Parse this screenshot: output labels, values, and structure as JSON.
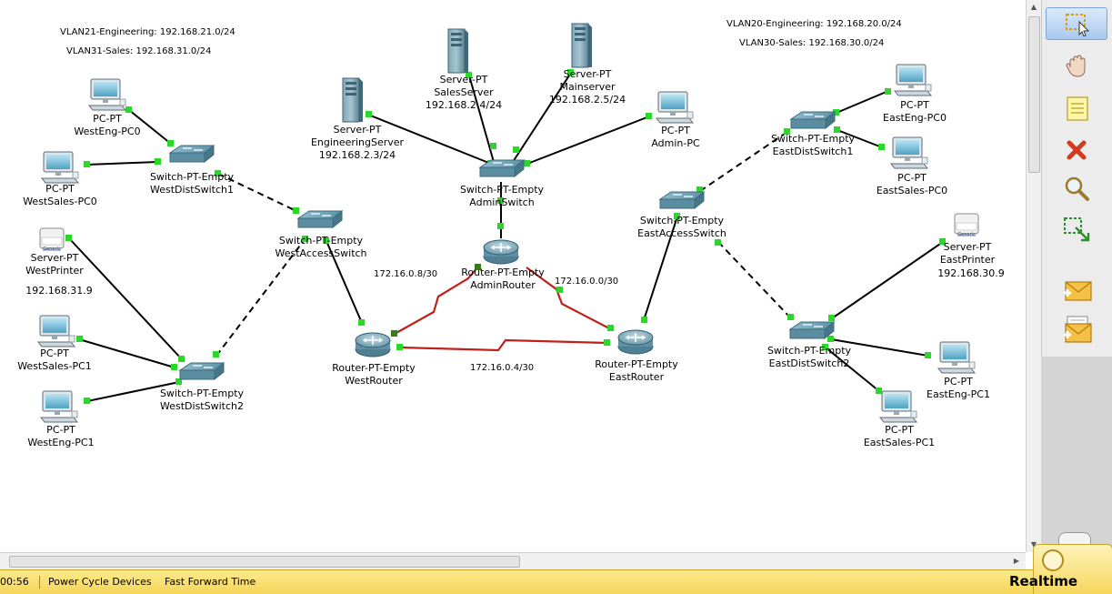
{
  "notes": {
    "west_vlan21": "VLAN21-Engineering: 192.168.21.0/24",
    "west_vlan31": "VLAN31-Sales: 192.168.31.0/24",
    "east_vlan20": "VLAN20-Engineering: 192.168.20.0/24",
    "east_vlan30": "VLAN30-Sales: 192.168.30.0/24"
  },
  "devices": {
    "westeng_pc0": {
      "type": "PC-PT",
      "name": "WestEng-PC0"
    },
    "westsales_pc0": {
      "type": "PC-PT",
      "name": "WestSales-PC0"
    },
    "westdistswitch1": {
      "type": "Switch-PT-Empty",
      "name": "WestDistSwitch1"
    },
    "westprinter": {
      "type": "Server-PT",
      "name": "WestPrinter",
      "ip": "192.168.31.9",
      "badge": "Generic"
    },
    "westsales_pc1": {
      "type": "PC-PT",
      "name": "WestSales-PC1"
    },
    "westeng_pc1": {
      "type": "PC-PT",
      "name": "WestEng-PC1"
    },
    "westdistswitch2": {
      "type": "Switch-PT-Empty",
      "name": "WestDistSwitch2"
    },
    "westaccessswitch": {
      "type": "Switch-PT-Empty",
      "name": "WestAccessSwitch"
    },
    "westrouter": {
      "type": "Router-PT-Empty",
      "name": "WestRouter"
    },
    "engineeringserver": {
      "type": "Server-PT",
      "name": "EngineeringServer",
      "ip": "192.168.2.3/24"
    },
    "salesserver": {
      "type": "Server-PT",
      "name": "SalesServer",
      "ip": "192.168.2.4/24"
    },
    "mainserver": {
      "type": "Server-PT",
      "name": "Mainserver",
      "ip": "192.168.2.5/24"
    },
    "admin_pc": {
      "type": "PC-PT",
      "name": "Admin-PC"
    },
    "adminswitch": {
      "type": "Switch-PT-Empty",
      "name": "AdminSwitch"
    },
    "adminrouter": {
      "type": "Router-PT-Empty",
      "name": "AdminRouter"
    },
    "eastrouter": {
      "type": "Router-PT-Empty",
      "name": "EastRouter"
    },
    "eastaccessswitch": {
      "type": "Switch-PT-Empty",
      "name": "EastAccessSwitch"
    },
    "eastdistswitch1": {
      "type": "Switch-PT-Empty",
      "name": "EastDistSwitch1"
    },
    "eastdistswitch2": {
      "type": "Switch-PT-Empty",
      "name": "EastDistSwitch2"
    },
    "easteng_pc0": {
      "type": "PC-PT",
      "name": "EastEng-PC0"
    },
    "eastsales_pc0": {
      "type": "PC-PT",
      "name": "EastSales-PC0"
    },
    "eastprinter": {
      "type": "Server-PT",
      "name": "EastPrinter",
      "ip": "192.168.30.9",
      "badge": "Generic"
    },
    "easteng_pc1": {
      "type": "PC-PT",
      "name": "EastEng-PC1"
    },
    "eastsales_pc1": {
      "type": "PC-PT",
      "name": "EastSales-PC1"
    }
  },
  "networks": {
    "west_admin": "172.16.0.8/30",
    "admin_east": "172.16.0.0/30",
    "west_east": "172.16.0.4/30"
  },
  "status": {
    "time": "00:56",
    "power_cycle": "Power Cycle Devices",
    "fast_forward": "Fast Forward Time",
    "mode": "Realtime"
  },
  "colors": {
    "link_copper": "#000000",
    "link_serial": "#c0201a",
    "port_up": "#2cd62c",
    "device_blue": "#4f8fa6",
    "status_bar": "#f5d55a"
  },
  "toolbar_icons": [
    "select-icon",
    "hand-icon",
    "note-icon",
    "delete-icon",
    "inspect-icon",
    "resize-icon",
    "add-simple-pdu-icon",
    "add-complex-pdu-icon"
  ]
}
